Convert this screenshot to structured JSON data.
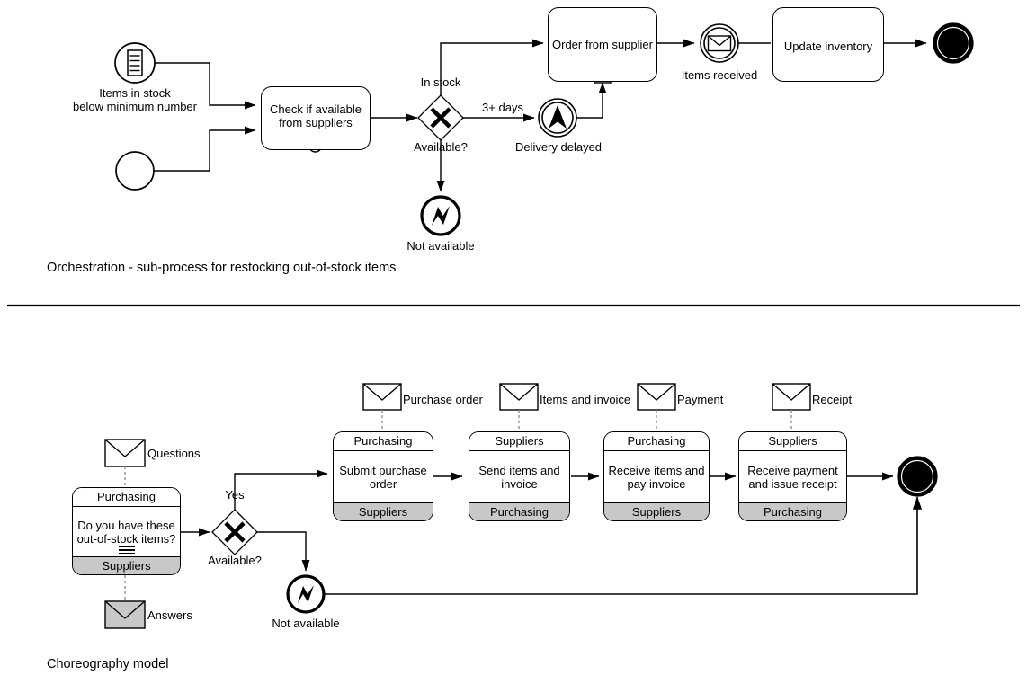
{
  "figure": {
    "top_caption": "Orchestration - sub-process for restocking out-of-stock items",
    "bottom_caption": "Choreography model"
  },
  "colors": {
    "stroke": "#000000",
    "background": "#ffffff",
    "choreography_participant_fill": "#c8c8c8",
    "message_received_fill": "#c8c8c8"
  },
  "orchestration": {
    "events": [
      {
        "id": "start-conditional",
        "type": "conditional-start-event",
        "icon": "conditional-list-icon",
        "label": "Items in stock\nbelow minimum number",
        "label_line1": "Items in stock",
        "label_line2": "below minimum number"
      },
      {
        "id": "start-plain",
        "type": "none-start-event",
        "icon": "none-icon",
        "label": ""
      },
      {
        "id": "delivery-delayed",
        "type": "intermediate-escalation-event",
        "icon": "escalation-arrow-icon",
        "label": "Delivery delayed"
      },
      {
        "id": "items-received",
        "type": "intermediate-message-event",
        "icon": "envelope-icon",
        "label": "Items received"
      },
      {
        "id": "not-available",
        "type": "error-end-event",
        "icon": "error-bolt-icon",
        "label": "Not available"
      },
      {
        "id": "end-terminate",
        "type": "terminate-end-event",
        "icon": "terminate-filled-icon",
        "label": ""
      }
    ],
    "tasks": [
      {
        "id": "check-available",
        "label_line1": "Check if available",
        "label_line2": "from suppliers",
        "marker": "loop-marker"
      },
      {
        "id": "order-from-supplier",
        "label_line1": "Order from supplier",
        "label_line2": "",
        "marker": "subprocess-plus-marker"
      },
      {
        "id": "update-inventory",
        "label_line1": "Update inventory",
        "label_line2": "",
        "marker": "manual-task-hand-icon"
      }
    ],
    "gateways": [
      {
        "id": "available-gateway",
        "type": "exclusive-gateway",
        "label": "Available?"
      }
    ],
    "flow_labels": [
      {
        "id": "in-stock-label",
        "text": "In stock"
      },
      {
        "id": "three-plus-days-label",
        "text": "3+ days"
      }
    ]
  },
  "choreography": {
    "messages": [
      {
        "id": "questions",
        "label": "Questions",
        "state": "initiating"
      },
      {
        "id": "answers",
        "label": "Answers",
        "state": "non-initiating"
      },
      {
        "id": "purchase-order",
        "label": "Purchase order",
        "state": "initiating"
      },
      {
        "id": "items-and-invoice",
        "label": "Items and invoice",
        "state": "initiating"
      },
      {
        "id": "payment",
        "label": "Payment",
        "state": "initiating"
      },
      {
        "id": "receipt",
        "label": "Receipt",
        "state": "initiating"
      }
    ],
    "tasks": [
      {
        "id": "do-you-have-items",
        "initiator": "Purchasing",
        "name_line1": "Do you have these",
        "name_line2": "out-of-stock items?",
        "participant": "Suppliers",
        "marker": "multi-instance-parallel-marker"
      },
      {
        "id": "submit-purchase-order",
        "initiator": "Purchasing",
        "name_line1": "Submit purchase",
        "name_line2": "order",
        "participant": "Suppliers",
        "marker": ""
      },
      {
        "id": "send-items-and-invoice",
        "initiator": "Suppliers",
        "name_line1": "Send items and",
        "name_line2": "invoice",
        "participant": "Purchasing",
        "marker": ""
      },
      {
        "id": "receive-items-pay-invoice",
        "initiator": "Purchasing",
        "name_line1": "Receive items and",
        "name_line2": "pay invoice",
        "participant": "Suppliers",
        "marker": ""
      },
      {
        "id": "receive-payment-issue-receipt",
        "initiator": "Suppliers",
        "name_line1": "Receive payment",
        "name_line2": "and issue receipt",
        "participant": "Purchasing",
        "marker": ""
      }
    ],
    "gateways": [
      {
        "id": "available-gateway-2",
        "type": "exclusive-gateway",
        "label": "Available?"
      }
    ],
    "events": [
      {
        "id": "not-available-2",
        "type": "error-event",
        "icon": "error-bolt-icon",
        "label": "Not available"
      },
      {
        "id": "end-terminate-2",
        "type": "terminate-end-event",
        "icon": "terminate-filled-icon",
        "label": ""
      }
    ],
    "flow_labels": [
      {
        "id": "yes-label",
        "text": "Yes"
      }
    ]
  }
}
